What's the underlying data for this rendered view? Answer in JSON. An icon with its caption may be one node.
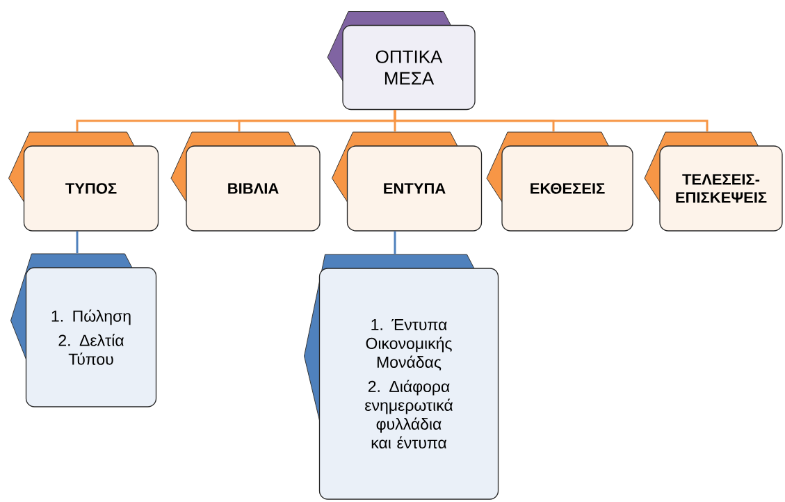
{
  "diagram": {
    "nodes": [
      {
        "text": [
          "ΟΠΤΙΚΑ ΜΕΣΑ"
        ]
      },
      {
        "text": [
          "ΤΥΠΟΣ"
        ]
      },
      {
        "text": [
          "ΒΙΒΛΙΑ"
        ]
      },
      {
        "text": [
          "ΕΝΤΥΠΑ"
        ]
      },
      {
        "text": [
          "ΕΚΘΕΣΕΙΣ"
        ]
      },
      {
        "text": [
          "ΤΕΛΕΣΕΙΣ-ΕΠΙΣΚΕΨΕΙΣ"
        ]
      },
      {
        "text": [
          "1. Πώληση",
          "2. Δελτία Τύπου"
        ]
      },
      {
        "text": [
          "1. Έντυπα Οικονομικής Μονάδας",
          "2. Διάφορα ενημερωτικά φυλλάδια και έντυπα"
        ]
      }
    ],
    "edges": [
      {
        "from": 0,
        "to": 1,
        "arrow": "none"
      },
      {
        "from": 0,
        "to": 2,
        "arrow": "none"
      },
      {
        "from": 0,
        "to": 3,
        "arrow": "none"
      },
      {
        "from": 0,
        "to": 4,
        "arrow": "none"
      },
      {
        "from": 0,
        "to": 5,
        "arrow": "none"
      },
      {
        "from": 1,
        "to": 6,
        "arrow": "none",
        "color": "#4f81bd"
      },
      {
        "from": 3,
        "to": 7,
        "arrow": "none",
        "color": "#4f81bd"
      }
    ]
  }
}
